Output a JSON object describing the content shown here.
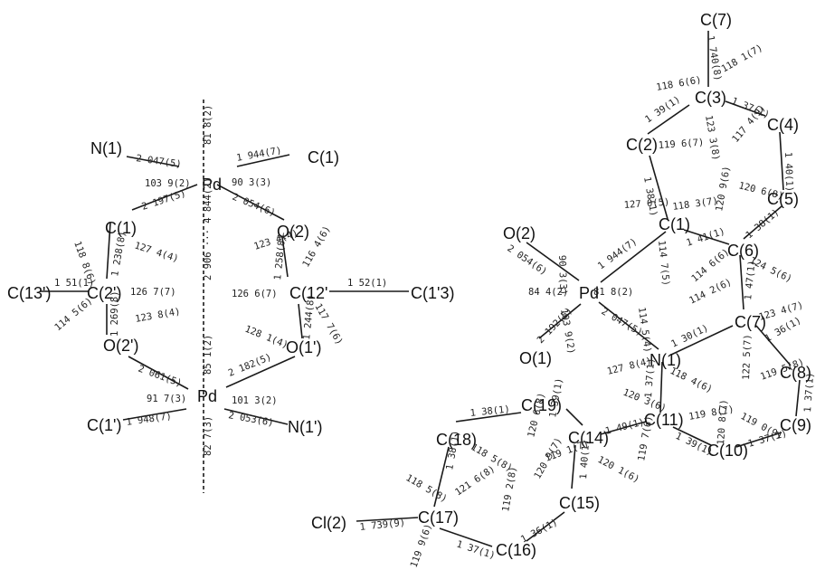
{
  "colors": {
    "ink": "#1a1a1a",
    "background": "#ffffff"
  },
  "left": {
    "atoms": {
      "pd_top": "Pd",
      "pd_bottom": "Pd",
      "n1": "N(1)",
      "c1_right": "C(1)",
      "c1_left": "C(1)",
      "o2_right": "O(2)",
      "c2p": "C(2')",
      "c12p": "C(12'",
      "c13p_left": "C(13')",
      "c13p_right": "C(1'3)",
      "o2p": "O(2')",
      "o1p": "O(1')",
      "c1p": "C(1')",
      "n1p": "N(1')"
    },
    "values": {
      "n1_pd": "2 047(5)",
      "pd_c1r": "1 944(7)",
      "vert_top": "81 8(2)",
      "ang_n1_pd_c1": "103 9(2)",
      "ang_pd_right": "90 3(3)",
      "pd_c1l": "2 197(5)",
      "pd_o2": "2 054(6)",
      "vert_mid": "2 906 ··· 4 844(2)",
      "vert_mid2": "85 1(2)",
      "ang_c1_left": "127 4(4)",
      "ang_o2": "123 4(4)",
      "c1_c2p": "1 238(8)",
      "o2_c12p": "1 258(8)",
      "ang_118": "118 8(6)",
      "ang_116": "116 4(6)",
      "c13_c2": "1 51(1)",
      "c12_c13": "1 52(1)",
      "ang_126_7": "126 7(7)",
      "ang_126_6": "126 6(7)",
      "ang_114": "114 5(6)",
      "ang_117": "117 7(6)",
      "c2_o2p": "1 269(8)",
      "c12_o1p": "1 244(8)",
      "ang_123_8": "123 8(4)",
      "ang_128": "128 1(4)",
      "o2p_pd": "2 061(5)",
      "o1p_pd": "2 182(5)",
      "ang_91": "91 7(3)",
      "ang_101": "101 3(2)",
      "c1p_pd": "1 948(7)",
      "pd_n1p": "2 053(6)",
      "vert_bottom": "82 7(3)"
    }
  },
  "right": {
    "atoms": {
      "c7_top": "C(7)",
      "c3": "C(3)",
      "c4": "C(4)",
      "c2": "C(2)",
      "c5": "C(5)",
      "o2": "O(2)",
      "c1": "C(1)",
      "c6": "C(6)",
      "pd": "Pd",
      "o1": "O(1)",
      "n1": "N(1)",
      "c7": "C(7)",
      "c8": "C(8)",
      "c19": "C(19)",
      "c18": "C(18)",
      "c14": "C(14)",
      "c11": "C(11)",
      "c9": "C(9)",
      "c10": "C(10)",
      "cl2": "Cl(2)",
      "c17": "C(17)",
      "c15": "C(15)",
      "c16": "C(16)"
    },
    "values": {
      "c7_c3": "1 740(8)",
      "ang_118_1": "118 1(7)",
      "ang_118_6": "118 6(6)",
      "c3_c4": "1 37(1)",
      "c2_c3": "1 39(1)",
      "ang_123_3": "123 3(8)",
      "ang_119_6": "119 6(7)",
      "ang_117_4": "117 4(9)",
      "c4_c5": "1 40(1)",
      "c1_c2": "1 38(1)",
      "ang_120_6": "120 6(8)",
      "ang_127": "127 0(5)",
      "ang_118_3": "118 3(7)",
      "ang_120_9": "120 9(6)",
      "c5_c6": "1 38(1)",
      "o2_pd": "2 054(6)",
      "ang_90_3": "90 3(3)",
      "c1_pd": "1 944(7)",
      "c1_c6": "1 41(1)",
      "ang_124_5": "124 5(6)",
      "ang_114_7": "114 7(5)",
      "ang_84": "84 4(2)",
      "ang_81_8": "81 8(2)",
      "ang_114_6": "114 6(6)",
      "c6_c7": "1 47(1)",
      "pd_o1": "2 192(5)",
      "ang_103_9": "103 9(2)",
      "pd_n1": "2 047(5)",
      "ang_114_2": "114 2(6)",
      "ang_123_4": "123 4(7)",
      "ang_114_5": "114 5(4)",
      "n1_c7": "1 30(1)",
      "c7_c8": "1 36(1)",
      "ang_127_8": "127 8(4)",
      "ang_118_4": "118 4(6)",
      "ang_122_5": "122 5(7)",
      "ang_119_5": "119 5(8)",
      "c19_c14": "1 39(1)",
      "ang_120_3": "120 3(6)",
      "c11_n1": "1 37(1)",
      "c18_c19": "1 38(1)",
      "ang_120_6b": "120 6(8)",
      "ang_119_8": "119 8(7)",
      "ang_119_0": "119 0(9)",
      "c8_c9": "1 37(1)",
      "c18_c17": "1 38(1)",
      "ang_118_5": "118 5(8)",
      "ang_119_1": "119 1(7)",
      "c14_c11": "1 49(1)",
      "ang_119_7": "119 7(6)",
      "ang_120_1": "120 1(6)",
      "ang_120_8": "120 8(7)",
      "c11_c10": "1 39(1)",
      "c10_c9": "1 37(1)",
      "ang_118_58": "118 5(8)",
      "ang_121_6": "121 6(8)",
      "c14_c15": "1 40(1)",
      "ang_120_9b": "120 9(7)",
      "cl2_c17": "1 739(9)",
      "ang_119_2": "119 2(8)",
      "ang_119_9": "119 9(6)",
      "c17_c16": "1 37(1)",
      "c16_c15": "1 36(1)"
    }
  }
}
